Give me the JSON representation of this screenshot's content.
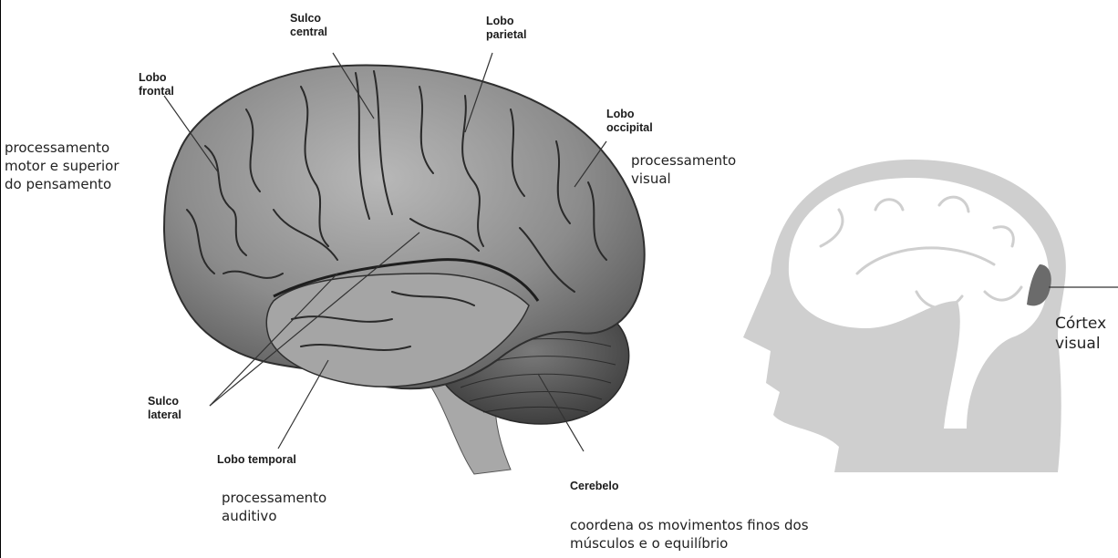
{
  "brain_labels": {
    "frontal": {
      "line1": "Lobo",
      "line2": "frontal"
    },
    "central_sulcus": {
      "line1": "Sulco",
      "line2": "central"
    },
    "parietal": {
      "line1": "Lobo",
      "line2": "parietal"
    },
    "occipital": {
      "line1": "Lobo",
      "line2": "occipital"
    },
    "lateral_sulcus": {
      "line1": "Sulco",
      "line2": "lateral"
    },
    "temporal": "Lobo temporal",
    "cerebellum": "Cerebelo"
  },
  "functions": {
    "frontal": [
      "processamento",
      "motor e superior",
      "do pensamento"
    ],
    "occipital": [
      "processamento",
      "visual"
    ],
    "temporal": [
      "processamento",
      "auditivo"
    ],
    "cerebellum": [
      "coordena os movimentos finos dos",
      "músculos e o equilíbrio"
    ]
  },
  "head_diagram": {
    "label_line1": "Córtex",
    "label_line2": "visual"
  },
  "colors": {
    "brain_fill": "#8c8c8c",
    "brain_dark": "#3a3a3a",
    "head_fill": "#cfcfcf",
    "visual_cortex": "#6b6b6b"
  }
}
